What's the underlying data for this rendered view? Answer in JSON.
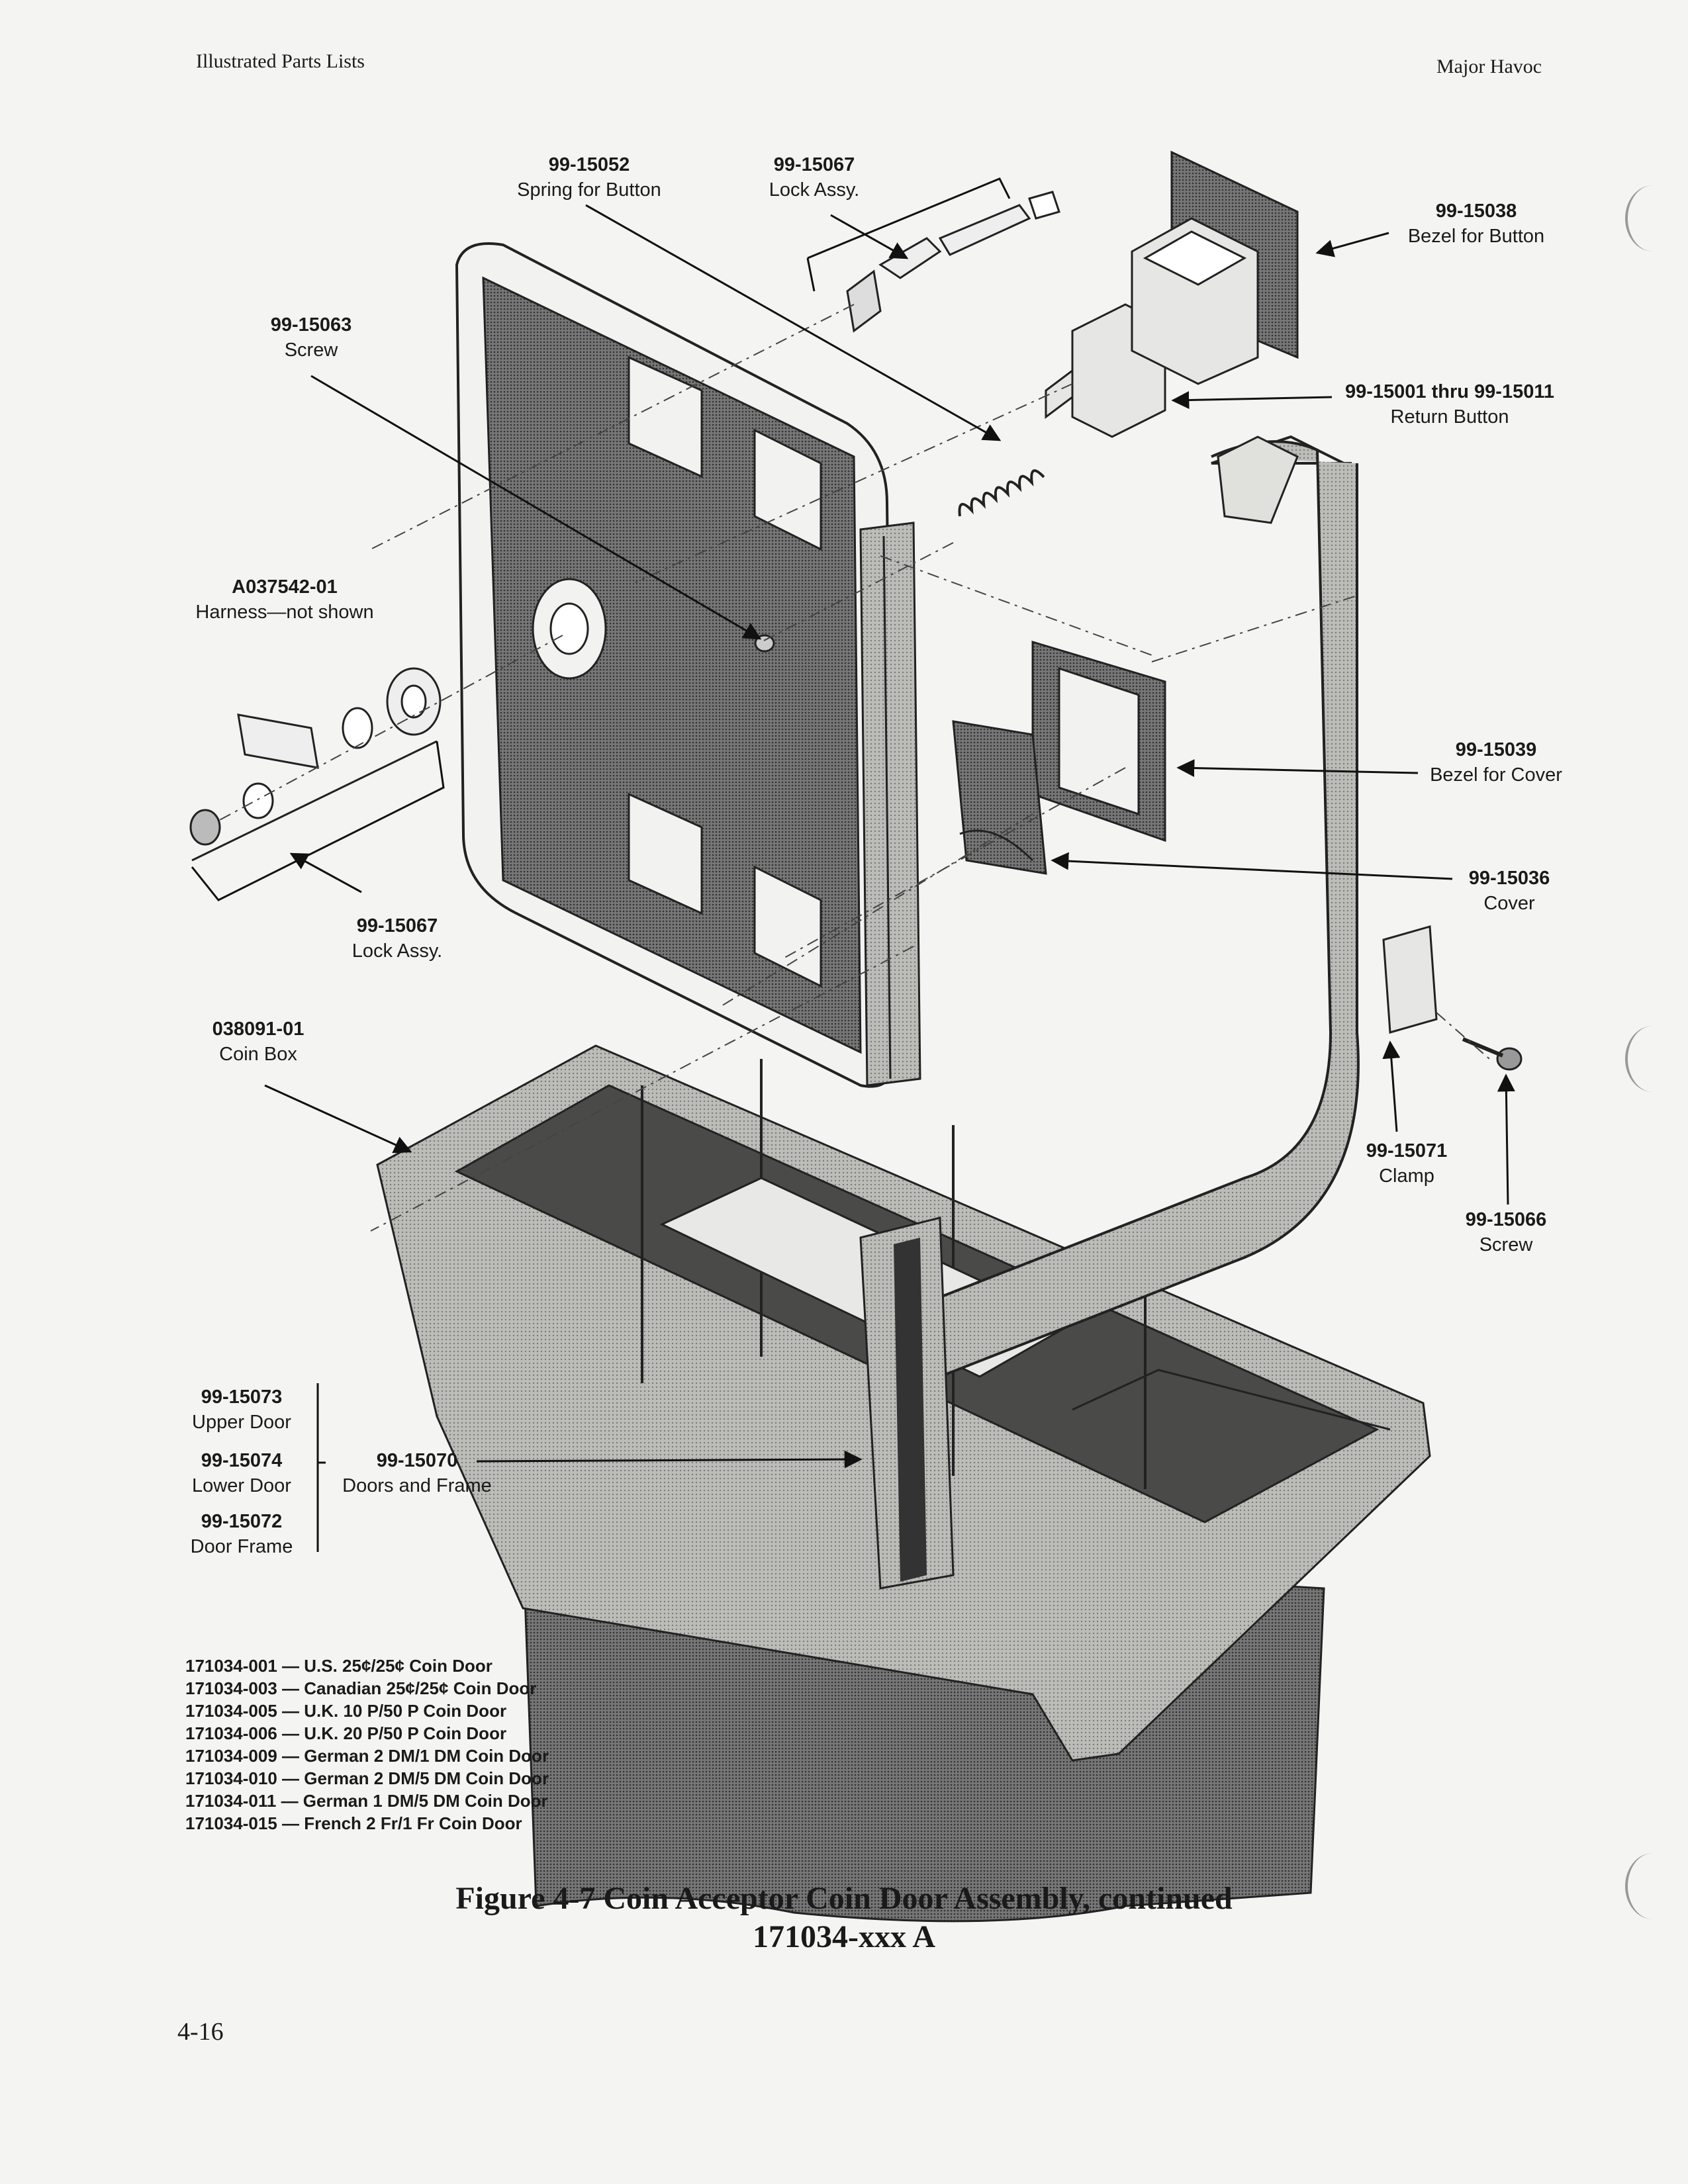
{
  "header": {
    "left": "Illustrated Parts Lists",
    "right": "Major Havoc"
  },
  "callouts": {
    "spring": {
      "part": "99-15052",
      "desc": "Spring for Button"
    },
    "lock_top": {
      "part": "99-15067",
      "desc": "Lock Assy."
    },
    "bezel_button": {
      "part": "99-15038",
      "desc": "Bezel for Button"
    },
    "screw_left": {
      "part": "99-15063",
      "desc": "Screw"
    },
    "return_button": {
      "part": "99-15001 thru 99-15011",
      "desc": "Return Button"
    },
    "harness": {
      "part": "A037542-01",
      "desc": "Harness—not shown"
    },
    "bezel_cover": {
      "part": "99-15039",
      "desc": "Bezel for Cover"
    },
    "cover": {
      "part": "99-15036",
      "desc": "Cover"
    },
    "lock_bottom": {
      "part": "99-15067",
      "desc": "Lock Assy."
    },
    "coin_box": {
      "part": "038091-01",
      "desc": "Coin Box"
    },
    "clamp": {
      "part": "99-15071",
      "desc": "Clamp"
    },
    "screw_right": {
      "part": "99-15066",
      "desc": "Screw"
    },
    "upper_door": {
      "part": "99-15073",
      "desc": "Upper Door"
    },
    "lower_door": {
      "part": "99-15074",
      "desc": "Lower Door"
    },
    "door_frame": {
      "part": "99-15072",
      "desc": "Door Frame"
    },
    "doors_frame": {
      "part": "99-15070",
      "desc": "Doors and Frame"
    }
  },
  "variants": [
    "171034-001 — U.S. 25¢/25¢ Coin Door",
    "171034-003 — Canadian 25¢/25¢ Coin Door",
    "171034-005 — U.K. 10 P/50 P Coin Door",
    "171034-006 — U.K. 20 P/50 P Coin Door",
    "171034-009 — German 2 DM/1 DM Coin Door",
    "171034-010 — German 2 DM/5 DM Coin Door",
    "171034-011 — German 1 DM/5 DM Coin Door",
    "171034-015 — French 2 Fr/1 Fr Coin Door"
  ],
  "caption": {
    "line1": "Figure 4-7  Coin Acceptor Coin Door Assembly, continued",
    "line2": "171034-xxx   A"
  },
  "page_number": "4-16"
}
